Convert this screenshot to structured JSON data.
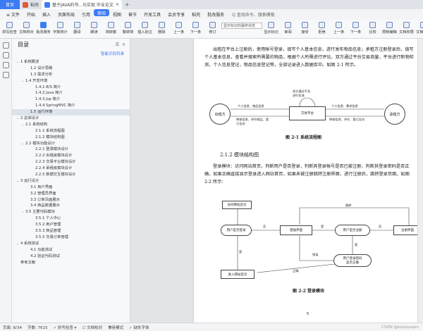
{
  "titlebar": {
    "home": "首页",
    "tabs": [
      {
        "label": "稻壳",
        "color": "#e05a3a"
      },
      {
        "label": "基于JAVA的书...与实现 毕业论文",
        "color": "#3d7bf2",
        "active": true
      }
    ],
    "new_tab": "+"
  },
  "menubar": {
    "items": [
      "≡ 文件",
      "开始",
      "插入",
      "页面布局",
      "引用",
      "审阅",
      "视图",
      "章节",
      "开发工具",
      "会员专享",
      "稻壳",
      "批改服务"
    ],
    "active_index": 5,
    "search": "Q 查找命令、搜索模板"
  },
  "toolbar": {
    "items": [
      "拼写检查",
      "文档校对",
      "批改服务",
      "字数统计",
      "翻译",
      "朗读",
      "简转繁",
      "繁转简",
      "插入批注",
      "删除",
      "上一条",
      "下一条",
      "修订",
      "显示标记",
      "审阅",
      "接受",
      "拒绝",
      "上一条",
      "下一条",
      "比较",
      "限制编辑",
      "文档权限",
      "文档认证"
    ],
    "highlight_index": 2,
    "select_value": "显示标记的最终状态"
  },
  "nav": {
    "title": "目录",
    "smart_toc": "智能识别目录",
    "items": [
      {
        "label": "1 系统概述",
        "level": 0,
        "tri": true
      },
      {
        "label": "1.2 设计思路",
        "level": 2
      },
      {
        "label": "1.3 需求分析",
        "level": 2
      },
      {
        "label": "1.4 开发环境",
        "level": 1,
        "tri": true
      },
      {
        "label": "1.4.1 B/S 简介",
        "level": 3
      },
      {
        "label": "1.4.2 Java 简介",
        "level": 3
      },
      {
        "label": "1.4.3 Jsp 简介",
        "level": 3
      },
      {
        "label": "1.4.4 SpringMVC 简介",
        "level": 3
      },
      {
        "label": "1.5 运行环境",
        "level": 2,
        "sel": true
      },
      {
        "label": "2 总体设计",
        "level": 0,
        "tri": true
      },
      {
        "label": "2.1 系统结构",
        "level": 1,
        "tri": true
      },
      {
        "label": "2.1.1 系统流程图",
        "level": 3
      },
      {
        "label": "2.1.2 模块结构图",
        "level": 3
      },
      {
        "label": "2.2 模块功能设计",
        "level": 1,
        "tri": true
      },
      {
        "label": "2.2.1 登录模块设计",
        "level": 3
      },
      {
        "label": "2.2.2 出租房模块设计",
        "level": 3
      },
      {
        "label": "2.2.3 交易平台模块设计",
        "level": 3
      },
      {
        "label": "2.2.4 承租房模块设计",
        "level": 3
      },
      {
        "label": "2.2.5 数据交互模块设计",
        "level": 3
      },
      {
        "label": "3 运行设计",
        "level": 0,
        "tri": true
      },
      {
        "label": "3.1 用户界面",
        "level": 2
      },
      {
        "label": "3.2 管理员界面",
        "level": 2
      },
      {
        "label": "3.3 订单页面展示",
        "level": 2
      },
      {
        "label": "3.4 商品数据展示",
        "level": 2
      },
      {
        "label": "3.5 主要代码模块",
        "level": 1,
        "tri": true
      },
      {
        "label": "3.5.1 个人中心",
        "level": 3
      },
      {
        "label": "3.5.2 用户管理",
        "level": 3
      },
      {
        "label": "3.5.3 商品管理",
        "level": 3
      },
      {
        "label": "3.5.5 交易订单管理",
        "level": 3
      },
      {
        "label": "4 系统测试",
        "level": 0,
        "tri": true
      },
      {
        "label": "4.1 功能测试",
        "level": 2
      },
      {
        "label": "4.2 验证代码测试",
        "level": 2
      },
      {
        "label": "参考文献",
        "level": 0
      }
    ]
  },
  "document": {
    "para1": "出租在平台上注册后，使用帐号登录，填写个人基本信息，进行发布物品信息；承租方注册登录后，填写个人基本信息，查看并搜索所需要的物品，根据个人所需进行评论。双方通过平台交易商量，平台进行新物检测，个人信息登记，物品信息登记等，全部记录进入数据库中。如图 2-1 所示。",
    "fig1": {
      "left": "出租方",
      "center": "交易平台",
      "right": "承租方",
      "top": "双方通过平台\n进行交流",
      "l_top": "个人信息、物品信息",
      "l_bot": "审核信息、评价物品、登\n订告仪",
      "r_top": "个人信息、需求信息",
      "r_bot": "审核信息、评价、登订告仪"
    },
    "cap1": "图 2-1 系统流程图",
    "h3": "2.1.2 模块结构图",
    "para2": "登录模块：访问网站首页，判断用户是否登录，判断其登录帐号是否已被注册，判断其登录密码是否正确，如果正确直接显示登录进入网站首页，如果未被注册跳转注册界面，进行注册后，跳转登录页面。如图 2-2 所示：",
    "fig2": {
      "visit": "访问网站首页",
      "logged": "用户是否登录",
      "login_page": "登陆界面",
      "registered": "用户是否注册",
      "reg_page": "注册界面",
      "pwd": "用户登录密码\n是否正确",
      "enter": "进入网站首页",
      "yes1": "是",
      "no1": "否",
      "no2": "否",
      "yes2": "是",
      "jump": "跳转",
      "wrong": "错误",
      "correct": "正确",
      "yes3": "是"
    },
    "cap2": "图 2-2 登录模块",
    "page_no": "5"
  },
  "statusbar": {
    "page": "页面: 8/34",
    "words": "字数: 7615",
    "spell": "✓ 拼写检查 ▾",
    "proof": "☐ 文档校对",
    "compat": "兼容模式",
    "font": "✓ 缺失字体",
    "watermark": "CSDN @biyezuopin"
  }
}
